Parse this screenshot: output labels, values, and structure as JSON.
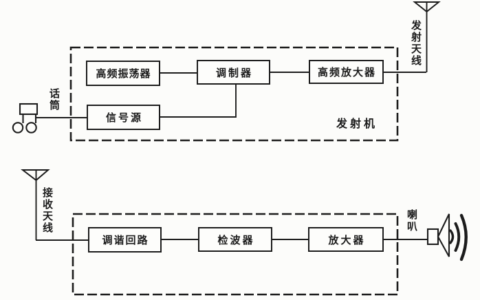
{
  "colors": {
    "ink": "#1c1c1c",
    "paper": "#fcfcfa"
  },
  "transmitter": {
    "box_label": "发射机",
    "mic_label": "话筒",
    "antenna_label": "发射天线",
    "blocks": {
      "hf_oscillator": "高频振荡器",
      "modulator": "调制器",
      "hf_amplifier": "高频放大器",
      "signal_source": "信号源"
    }
  },
  "receiver": {
    "antenna_label": "接收天线",
    "speaker_label": "喇叭",
    "blocks": {
      "tuning_circuit": "调谐回路",
      "detector": "检波器",
      "amplifier": "放大器"
    }
  }
}
